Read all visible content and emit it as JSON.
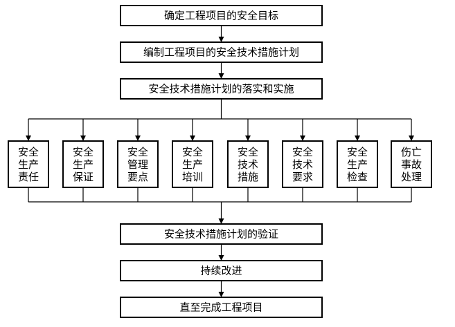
{
  "main_steps": [
    "确定工程项目的安全目标",
    "编制工程项目的安全技术措施计划",
    "安全技术措施计划的落实和实施"
  ],
  "measures": [
    [
      "安全",
      "生产",
      "责任"
    ],
    [
      "安全",
      "生产",
      "保证"
    ],
    [
      "安全",
      "管理",
      "要点"
    ],
    [
      "安全",
      "生产",
      "培训"
    ],
    [
      "安全",
      "技术",
      "措施"
    ],
    [
      "安全",
      "技术",
      "要求"
    ],
    [
      "安全",
      "生产",
      "检查"
    ],
    [
      "伤亡",
      "事故",
      "处理"
    ]
  ],
  "final_steps": [
    "安全技术措施计划的验证",
    "持续改进",
    "直至完成工程项目"
  ]
}
